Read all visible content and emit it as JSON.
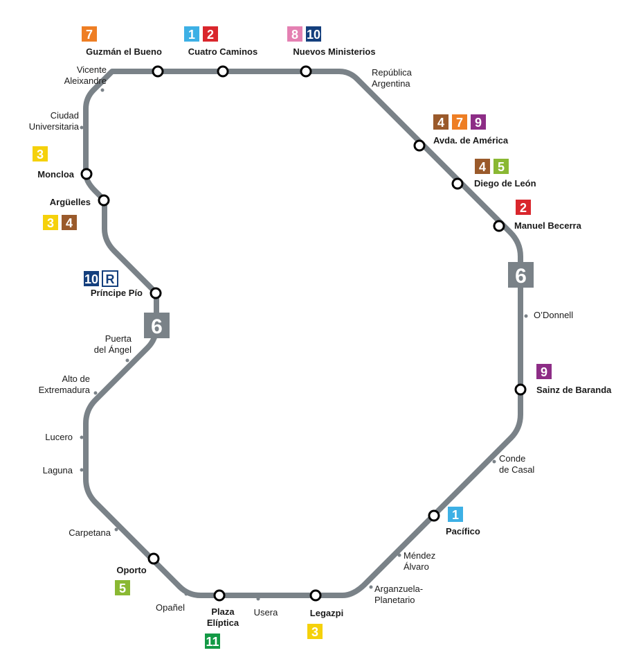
{
  "line": {
    "number": "6",
    "color": "#7a8288"
  },
  "line_colors": {
    "1": "#3db0e5",
    "2": "#d9262c",
    "3": "#f5d10b",
    "4": "#9a5a2b",
    "5": "#8ab833",
    "7": "#ee7e24",
    "8": "#e480b2",
    "9": "#8d2d86",
    "10": "#143f7d",
    "11": "#139945",
    "R": "#ffffff"
  },
  "stations": [
    {
      "id": "guzman-el-bueno",
      "name": [
        "Guzmán el Bueno"
      ],
      "major": true,
      "transfers": [
        "7"
      ]
    },
    {
      "id": "cuatro-caminos",
      "name": [
        "Cuatro Caminos"
      ],
      "major": true,
      "transfers": [
        "1",
        "2"
      ]
    },
    {
      "id": "nuevos-ministerios",
      "name": [
        "Nuevos Ministerios"
      ],
      "major": true,
      "transfers": [
        "8",
        "10"
      ]
    },
    {
      "id": "republica-argentina",
      "name": [
        "República",
        "Argentina"
      ],
      "major": false,
      "transfers": []
    },
    {
      "id": "avda-de-america",
      "name": [
        "Avda. de América"
      ],
      "major": true,
      "transfers": [
        "4",
        "7",
        "9"
      ]
    },
    {
      "id": "diego-de-leon",
      "name": [
        "Diego de León"
      ],
      "major": true,
      "transfers": [
        "4",
        "5"
      ]
    },
    {
      "id": "manuel-becerra",
      "name": [
        "Manuel Becerra"
      ],
      "major": true,
      "transfers": [
        "2"
      ]
    },
    {
      "id": "odonnell",
      "name": [
        "O’Donnell"
      ],
      "major": false,
      "transfers": []
    },
    {
      "id": "sainz-de-baranda",
      "name": [
        "Sainz de Baranda"
      ],
      "major": true,
      "transfers": [
        "9"
      ]
    },
    {
      "id": "conde-de-casal",
      "name": [
        "Conde",
        "de Casal"
      ],
      "major": false,
      "transfers": []
    },
    {
      "id": "pacifico",
      "name": [
        "Pacífico"
      ],
      "major": true,
      "transfers": [
        "1"
      ]
    },
    {
      "id": "mendez-alvaro",
      "name": [
        "Méndez",
        "Álvaro"
      ],
      "major": false,
      "transfers": []
    },
    {
      "id": "arganzuela-planetario",
      "name": [
        "Arganzuela-",
        "Planetario"
      ],
      "major": false,
      "transfers": []
    },
    {
      "id": "legazpi",
      "name": [
        "Legazpi"
      ],
      "major": true,
      "transfers": [
        "3"
      ]
    },
    {
      "id": "usera",
      "name": [
        "Usera"
      ],
      "major": false,
      "transfers": []
    },
    {
      "id": "plaza-eliptica",
      "name": [
        "Plaza",
        "Elíptica"
      ],
      "major": true,
      "transfers": [
        "11"
      ]
    },
    {
      "id": "opanel",
      "name": [
        "Opañel"
      ],
      "major": false,
      "transfers": []
    },
    {
      "id": "oporto",
      "name": [
        "Oporto"
      ],
      "major": true,
      "transfers": [
        "5"
      ]
    },
    {
      "id": "carpetana",
      "name": [
        "Carpetana"
      ],
      "major": false,
      "transfers": []
    },
    {
      "id": "laguna",
      "name": [
        "Laguna"
      ],
      "major": false,
      "transfers": []
    },
    {
      "id": "lucero",
      "name": [
        "Lucero"
      ],
      "major": false,
      "transfers": []
    },
    {
      "id": "alto-de-extremadura",
      "name": [
        "Alto de",
        "Extremadura"
      ],
      "major": false,
      "transfers": []
    },
    {
      "id": "puerta-del-angel",
      "name": [
        "Puerta",
        "del Ángel"
      ],
      "major": false,
      "transfers": []
    },
    {
      "id": "principe-pio",
      "name": [
        "Príncipe Pío"
      ],
      "major": true,
      "transfers": [
        "10",
        "R"
      ]
    },
    {
      "id": "arguelles",
      "name": [
        "Argüelles"
      ],
      "major": true,
      "transfers": [
        "3",
        "4"
      ]
    },
    {
      "id": "moncloa",
      "name": [
        "Moncloa"
      ],
      "major": true,
      "transfers": [
        "3"
      ]
    },
    {
      "id": "ciudad-universitaria",
      "name": [
        "Ciudad",
        "Universitaria"
      ],
      "major": false,
      "transfers": []
    },
    {
      "id": "vicente-aleixandre",
      "name": [
        "Vicente",
        "Aleixandre"
      ],
      "major": false,
      "transfers": []
    }
  ]
}
